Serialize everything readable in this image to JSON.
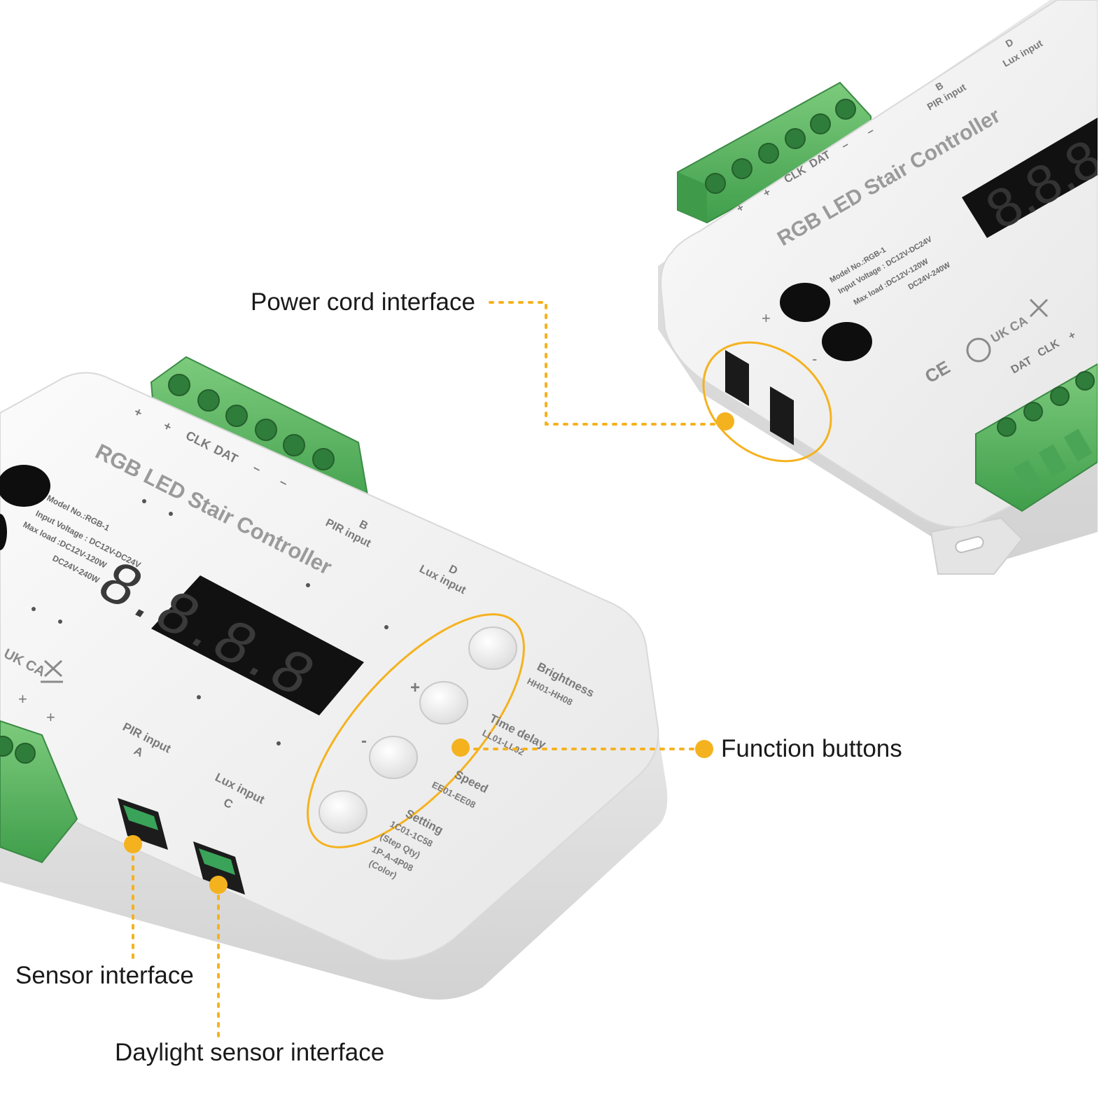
{
  "callouts": {
    "power_cord": "Power cord interface",
    "function_buttons": "Function buttons",
    "sensor": "Sensor interface",
    "daylight_sensor": "Daylight sensor interface"
  },
  "device_front": {
    "title": "RGB LED Stair Controller",
    "model": "Model No.:RGB-1",
    "input_voltage": "Input Voltage : DC12V-DC24V",
    "max_load_1": "Max load :DC12V-120W",
    "max_load_2": "DC24V-240W",
    "terminal_labels": [
      "+",
      "+",
      "CLK",
      "DAT",
      "–",
      "–"
    ],
    "pir_b": "B",
    "pir_b_text": "PIR input",
    "lux_d": "D",
    "lux_d_text": "Lux input",
    "pir_a_text": "PIR input",
    "pir_a": "A",
    "lux_c_text": "Lux input",
    "lux_c": "C",
    "display": "8.8.8.8",
    "buttons": {
      "brightness": "Brightness",
      "brightness_range": "HH01-HH08",
      "time_delay": "Time delay",
      "time_delay_range": "LL01-LL02",
      "speed": "Speed",
      "speed_range": "EE01-EE08",
      "setting": "Setting",
      "setting_range_1": "1C01-1C58",
      "setting_range_2": "(Step Qty)",
      "setting_range_3": "1P-A-4P08",
      "setting_range_4": "(Color)",
      "plus": "+",
      "minus": "-"
    },
    "cert_ukca": "UK CA"
  },
  "device_back": {
    "title": "RGB LED Stair Controller",
    "model": "Model No.:RGB-1",
    "input_voltage": "Input Voltage : DC12V-DC24V",
    "max_load_1": "Max load :DC12V-120W",
    "max_load_2": "DC24V-240W",
    "terminal_labels": [
      "+",
      "+",
      "CLK",
      "DAT",
      "–",
      "–"
    ],
    "pir_b": "B",
    "pir_b_text": "PIR input",
    "lux_d": "D",
    "lux_d_text": "Lux input",
    "bottom_labels": [
      "DAT",
      "CLK",
      "+"
    ],
    "display": "8.8.8",
    "cert_ce": "CE",
    "cert_ukca": "UK CA"
  },
  "colors": {
    "callout_accent": "#f5b21f",
    "terminal_green": "#5cb85c",
    "body_white": "#f2f2f2",
    "display_black": "#111111"
  }
}
